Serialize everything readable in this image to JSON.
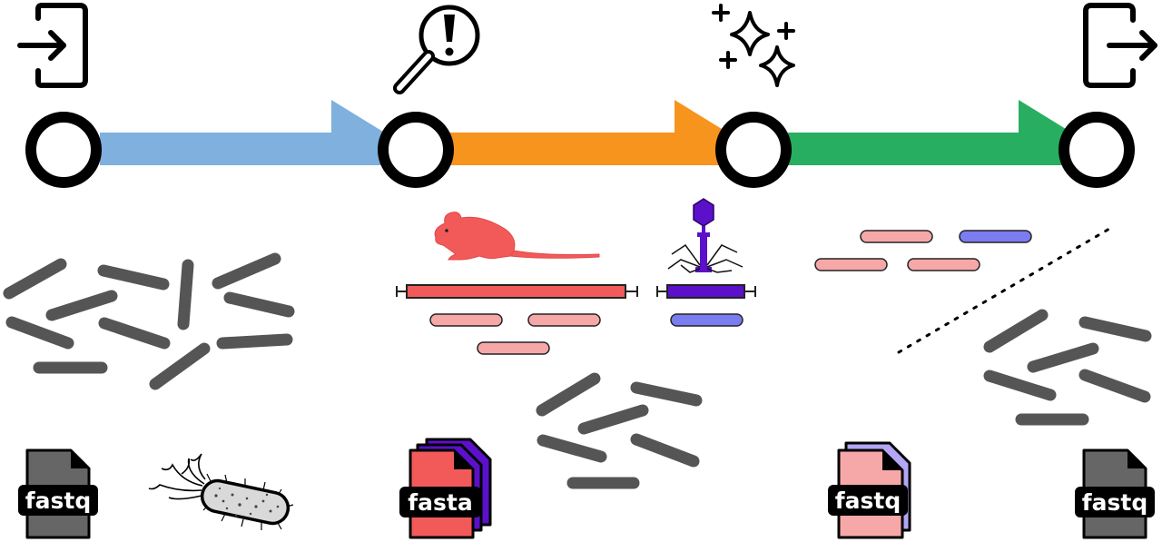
{
  "pipeline": {
    "stages": [
      {
        "name": "input",
        "icon": "login-icon"
      },
      {
        "name": "detection",
        "icon": "magnifier-alert-icon"
      },
      {
        "name": "cleaning",
        "icon": "sparkles-icon"
      },
      {
        "name": "output",
        "icon": "logout-icon"
      }
    ],
    "arrow_colors": [
      "#7fb0de",
      "#f7941d",
      "#27ae60"
    ]
  },
  "files": {
    "input_format": "fastq",
    "reference_format": "fasta",
    "filtered_format": "fastq",
    "output_format": "fastq"
  },
  "colors": {
    "read": "#555555",
    "host": "#f25a5a",
    "host_read": "#f6a8a8",
    "phage": "#5b10c9",
    "phage_read": "#7b7cf0"
  },
  "organisms": {
    "host": "mouse-icon",
    "contaminant": "phage-icon",
    "sample": "bacterium-icon"
  }
}
